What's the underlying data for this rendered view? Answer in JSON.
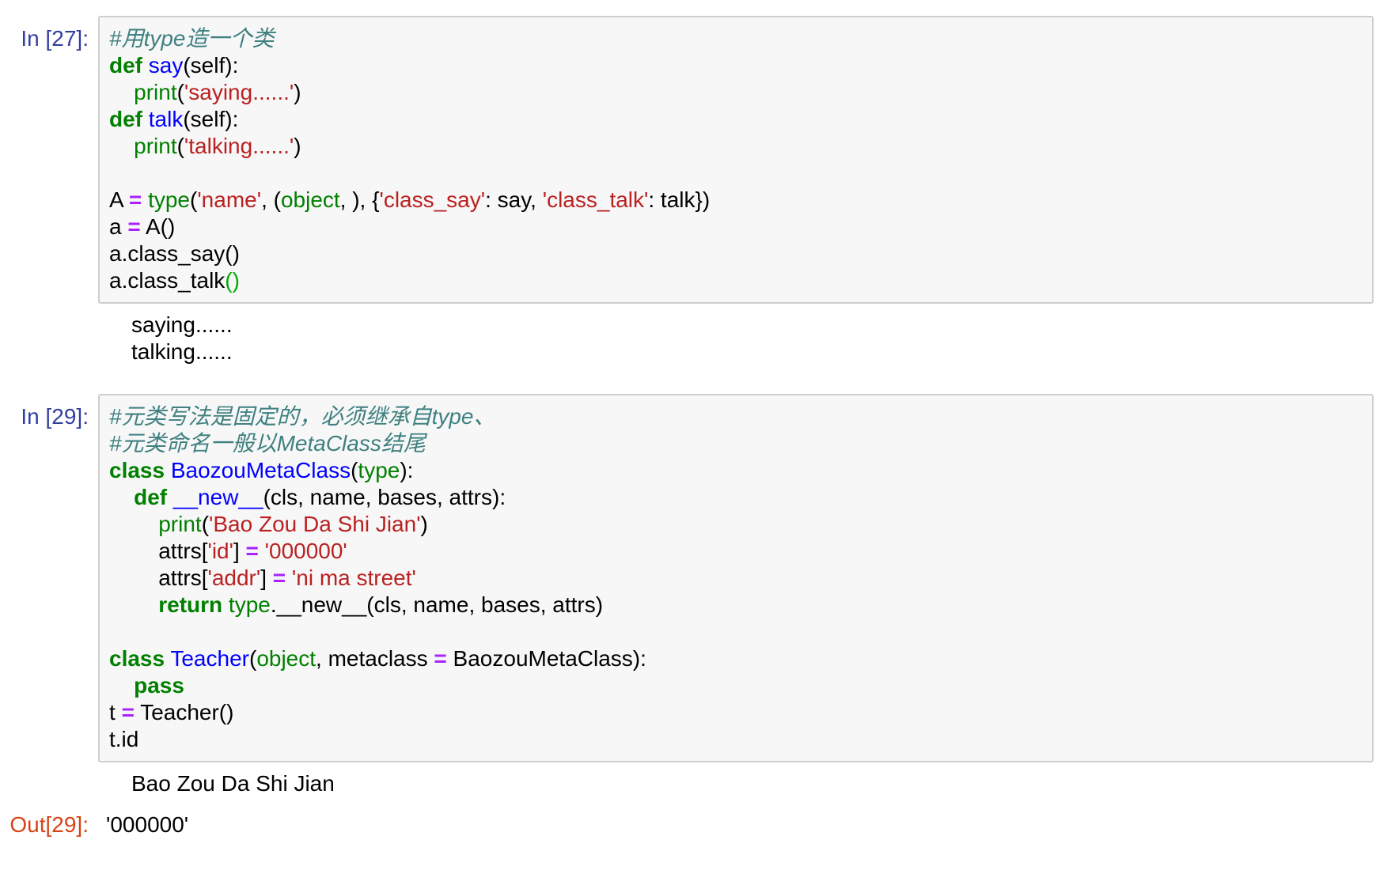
{
  "cells": [
    {
      "prompt": "In [27]:",
      "code": {
        "l1_comment": "#用type造一个类",
        "l2_kw": "def",
        "l2_name": "say",
        "l2_rest": "(self):",
        "l3_indent": "    ",
        "l3_print": "print",
        "l3_p1": "(",
        "l3_str": "'saying......'",
        "l3_p2": ")",
        "l4_kw": "def",
        "l4_name": "talk",
        "l4_rest": "(self):",
        "l5_indent": "    ",
        "l5_print": "print",
        "l5_p1": "(",
        "l5_str": "'talking......'",
        "l5_p2": ")",
        "l7_a": "A ",
        "l7_eq": "=",
        "l7_sp": " ",
        "l7_type": "type",
        "l7_p1": "(",
        "l7_s1": "'name'",
        "l7_t1": ", (",
        "l7_obj": "object",
        "l7_t2": ", ), {",
        "l7_s2": "'class_say'",
        "l7_t3": ": say, ",
        "l7_s3": "'class_talk'",
        "l7_t4": ": talk})",
        "l8_a": "a ",
        "l8_eq": "=",
        "l8_rest": " A()",
        "l9": "a.class_say()",
        "l10_a": "a.class_talk",
        "l10_b": "()"
      },
      "stdout": [
        "saying......",
        "talking......"
      ]
    },
    {
      "prompt": "In [29]:",
      "code": {
        "l1_comment": "#元类写法是固定的，必须继承自type、",
        "l2_comment": "#元类命名一般以MetaClass结尾",
        "l3_kw": "class",
        "l3_name": "BaozouMetaClass",
        "l3_p1": "(",
        "l3_type": "type",
        "l3_p2": "):",
        "l4_indent": "    ",
        "l4_kw": "def",
        "l4_name": "__new__",
        "l4_rest": "(cls, name, bases, attrs):",
        "l5_indent": "        ",
        "l5_print": "print",
        "l5_p1": "(",
        "l5_str": "'Bao Zou Da Shi Jian'",
        "l5_p2": ")",
        "l6_indent": "        ",
        "l6_a": "attrs[",
        "l6_s1": "'id'",
        "l6_b": "] ",
        "l6_eq": "=",
        "l6_sp": " ",
        "l6_s2": "'000000'",
        "l7_indent": "        ",
        "l7_a": "attrs[",
        "l7_s1": "'addr'",
        "l7_b": "] ",
        "l7_eq": "=",
        "l7_sp": " ",
        "l7_s2": "'ni ma street'",
        "l8_indent": "        ",
        "l8_kw": "return",
        "l8_sp": " ",
        "l8_type": "type",
        "l8_rest": ".__new__(cls, name, bases, attrs)",
        "l10_kw": "class",
        "l10_sp": " ",
        "l10_name": "Teacher",
        "l10_p1": "(",
        "l10_obj": "object",
        "l10_t1": ", metaclass ",
        "l10_eq": "=",
        "l10_t2": " BaozouMetaClass):",
        "l11_indent": "    ",
        "l11_kw": "pass",
        "l12_a": "t ",
        "l12_eq": "=",
        "l12_rest": " Teacher()",
        "l13": "t.id"
      },
      "stdout": [
        "Bao Zou Da Shi Jian"
      ],
      "out_prompt": "Out[29]:",
      "result": "'000000'"
    }
  ],
  "colors": {
    "in_prompt": "#303f9f",
    "out_prompt": "#d84315",
    "keyword": "#008000",
    "def_name": "#0000ff",
    "string": "#ba2121",
    "comment": "#408080",
    "operator": "#aa22ff",
    "cell_bg": "#f7f7f7",
    "cell_border": "#cfcfcf"
  }
}
